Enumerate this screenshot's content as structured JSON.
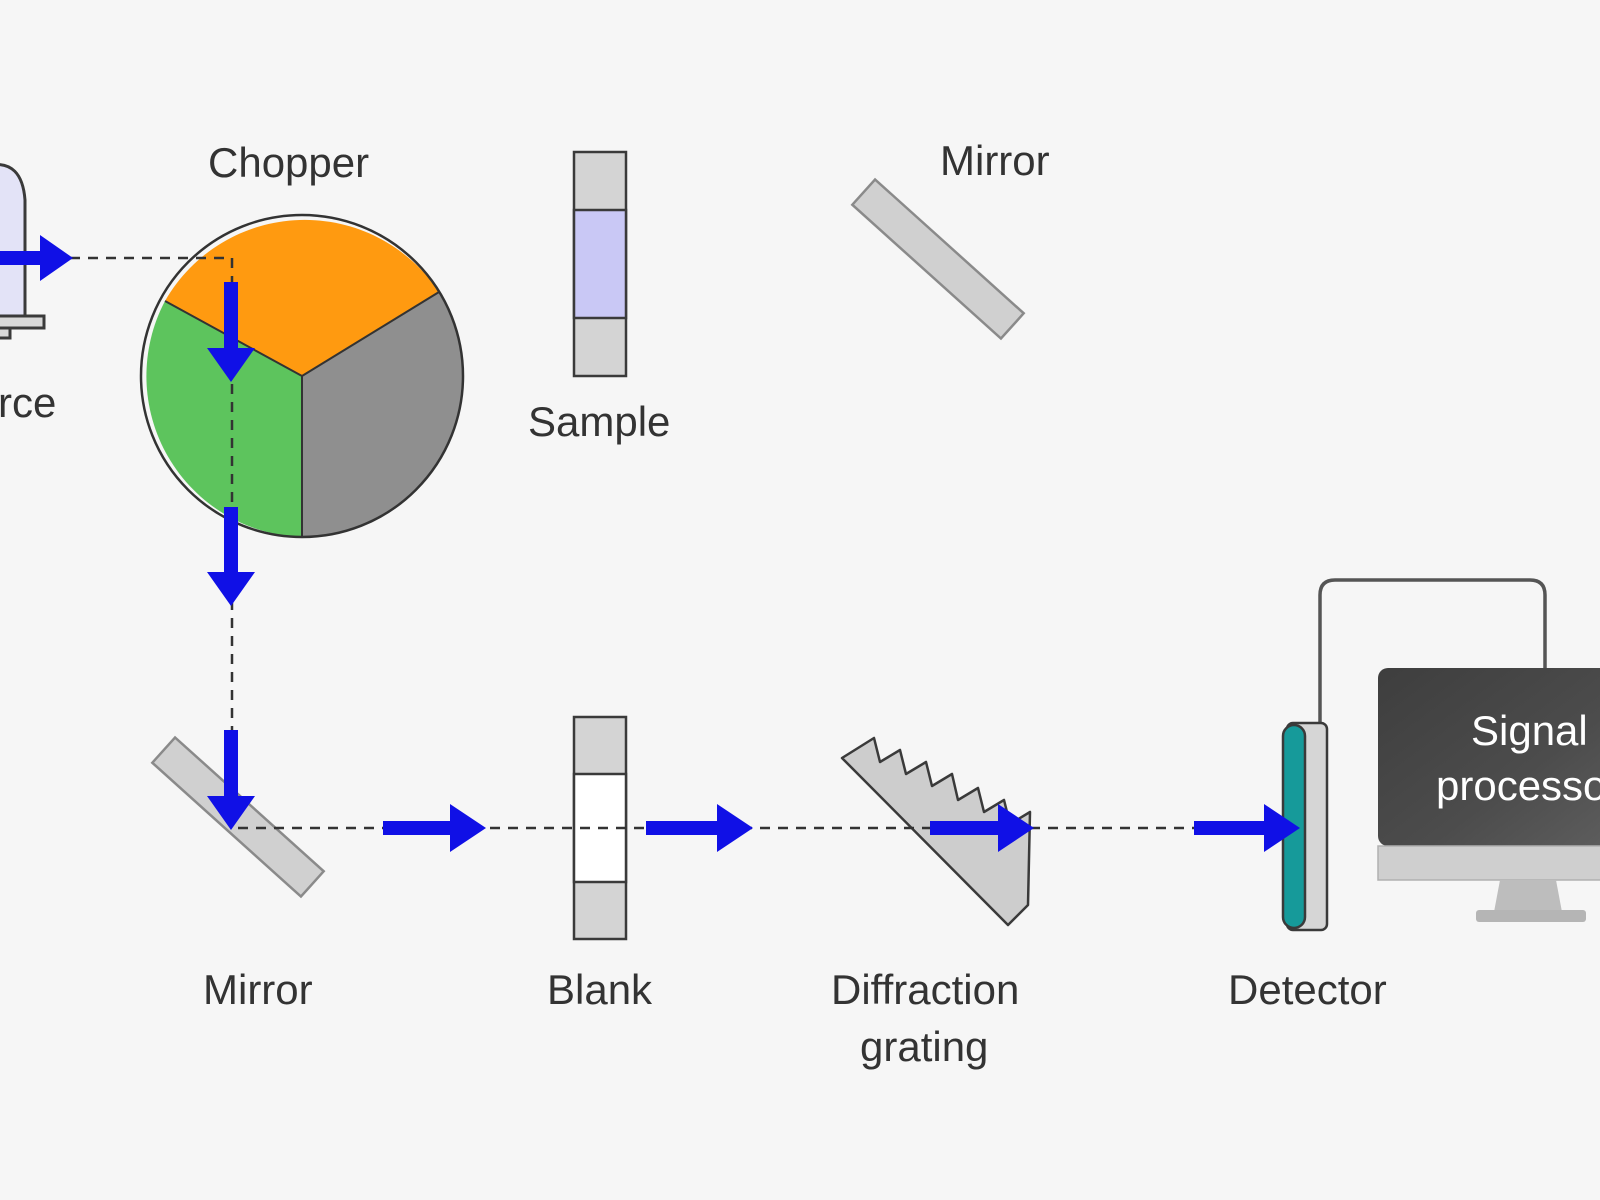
{
  "diagram": {
    "labels": {
      "source": "rce",
      "chopper": "Chopper",
      "sample": "Sample",
      "mirror_top": "Mirror",
      "mirror_bottom": "Mirror",
      "blank": "Blank",
      "grating_line1": "Diffraction",
      "grating_line2": "grating",
      "detector": "Detector",
      "processor_line1": "Signal",
      "processor_line2": "processo"
    },
    "colors": {
      "background": "#f6f6f6",
      "beam_arrow": "#1010e6",
      "chopper_orange": "#ff9a10",
      "chopper_green": "#5dc45d",
      "chopper_gray": "#8f8f8f",
      "sample_liquid": "#c9c8f5",
      "component_gray": "#d0d0d0",
      "detector_teal": "#169a9a",
      "monitor_dark": "#4a4a4a",
      "outline": "#3a3a3a"
    },
    "icons": [
      "light-source-icon",
      "chopper-wheel-icon",
      "cuvette-icon",
      "mirror-icon",
      "diffraction-grating-icon",
      "detector-icon",
      "monitor-icon"
    ]
  }
}
